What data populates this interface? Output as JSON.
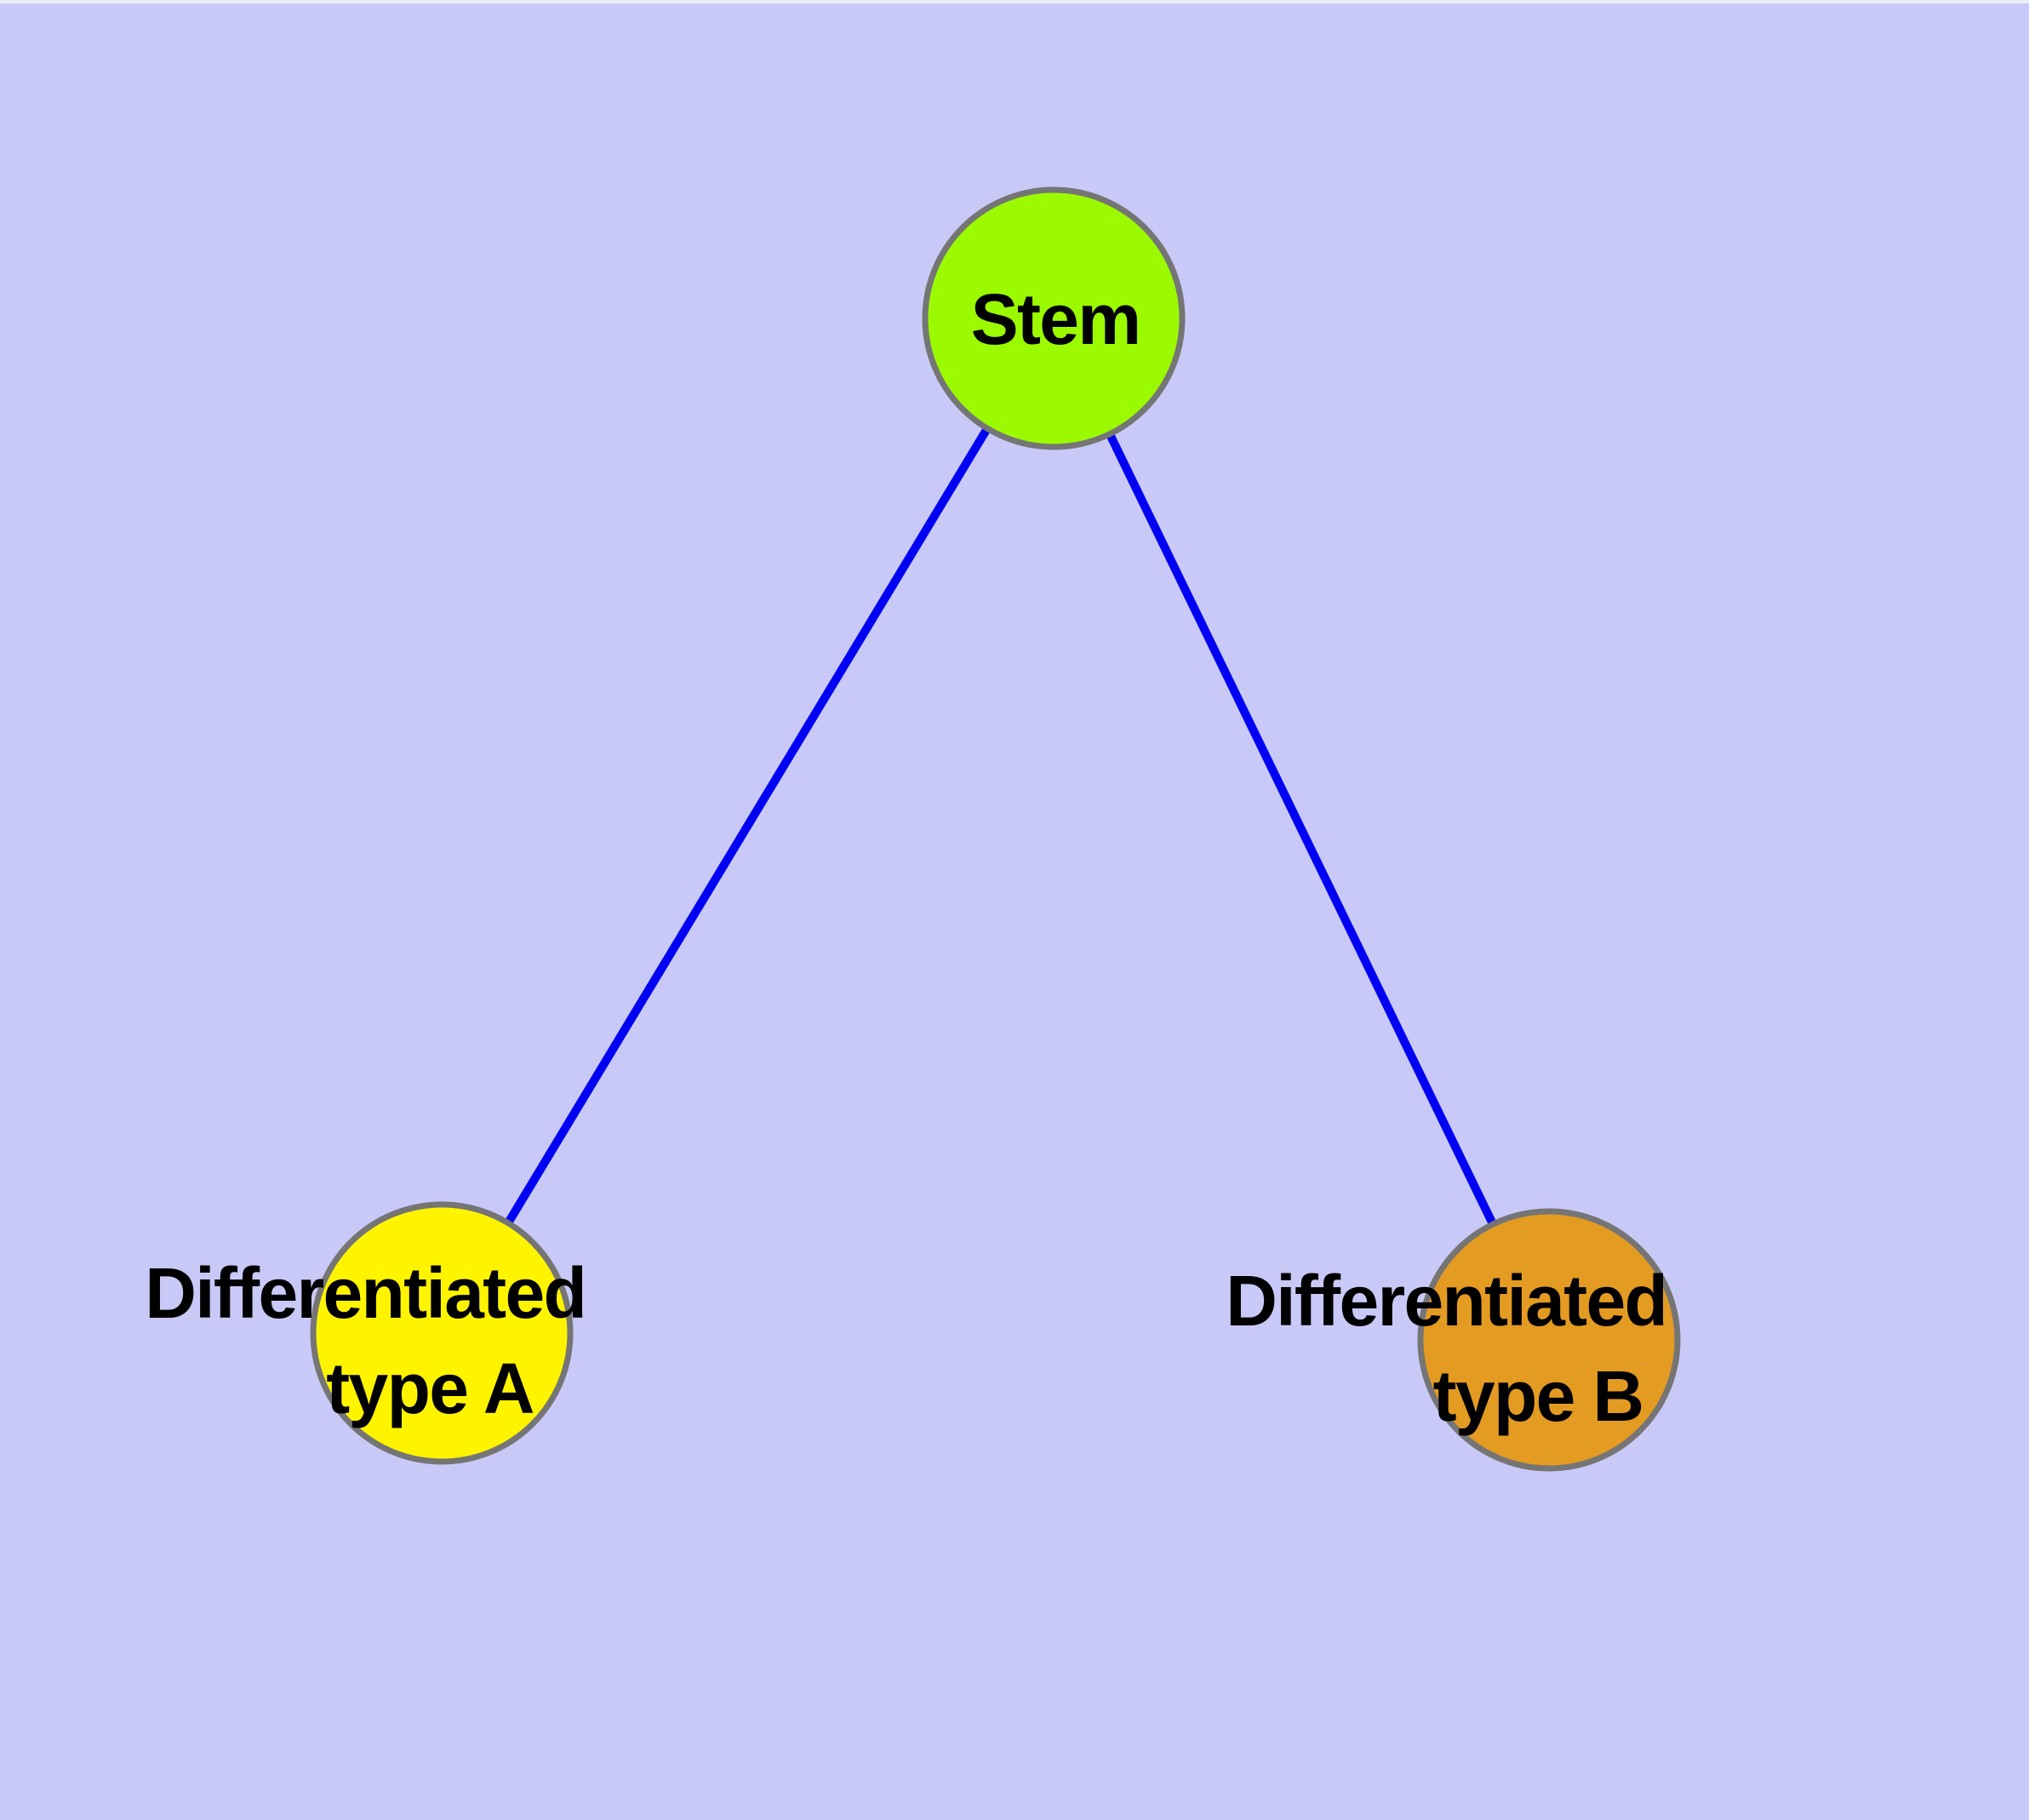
{
  "canvas": {
    "background_color": "#C9C9F8",
    "top_edge_highlight_color": "#EDEDFA"
  },
  "diagram": {
    "type": "graph",
    "title": "",
    "node_border_color": "#757575",
    "edge_color": "#0000F2",
    "label_color": "#000000",
    "nodes": [
      {
        "id": "stem",
        "label": "Stem",
        "lines": [
          "Stem"
        ],
        "fill": "#9BFA00",
        "role": "root"
      },
      {
        "id": "diff-type-a",
        "label": "Differentiated type A",
        "lines": [
          "Differentiated",
          "type A"
        ],
        "fill": "#FFF400",
        "role": "child"
      },
      {
        "id": "diff-type-b",
        "label": "Differentiated type B",
        "lines": [
          "Differentiated",
          "type B"
        ],
        "fill": "#E49B22",
        "role": "child"
      }
    ],
    "edges": [
      {
        "from": "Stem",
        "to": "Differentiated type A"
      },
      {
        "from": "Stem",
        "to": "Differentiated type B"
      }
    ]
  }
}
